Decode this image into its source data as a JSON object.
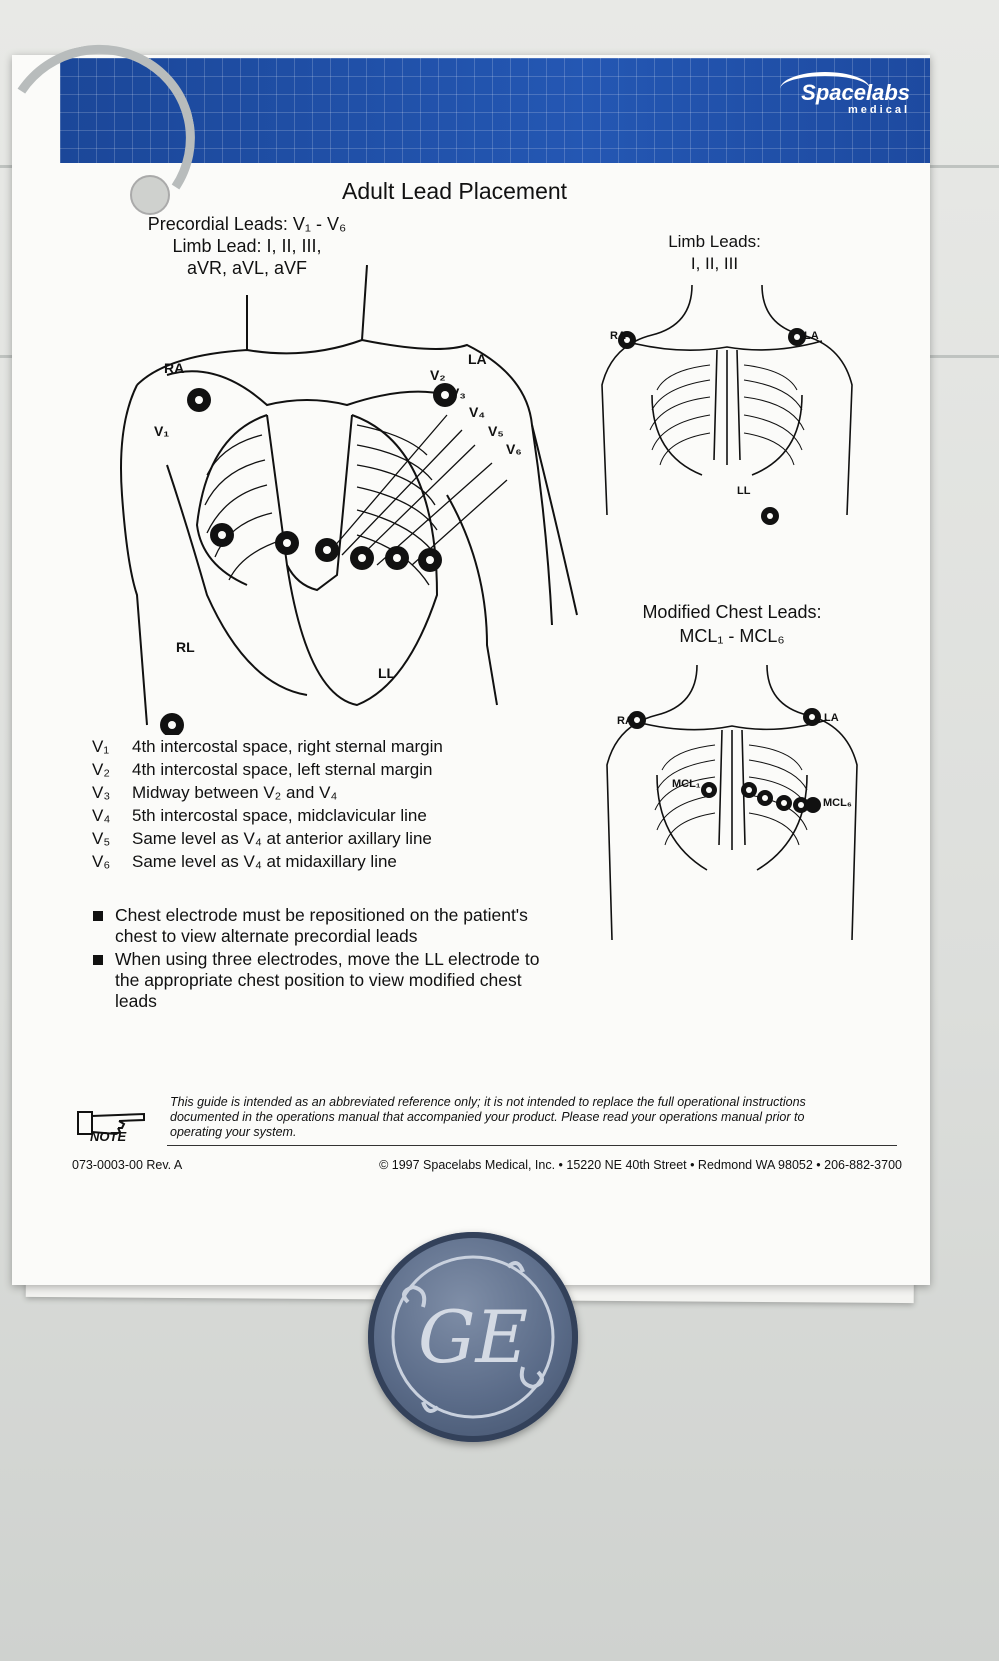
{
  "card": {
    "brand": "Spacelabs",
    "brand_sub": "medical",
    "title": "Adult Lead Placement",
    "precordial": [
      "Precordial Leads: V₁ - V₆",
      "Limb Lead: I, II, III,",
      "aVR, aVL, aVF"
    ],
    "limb_title": [
      "Limb Leads:",
      "I, II, III"
    ],
    "mcl_title": [
      "Modified Chest Leads:",
      "MCL₁ - MCL₆"
    ],
    "main_labels": {
      "ra": "RA",
      "la": "LA",
      "v1": "V₁",
      "v2": "V₂",
      "v3": "V₃",
      "v4": "V₄",
      "v5": "V₅",
      "v6": "V₆",
      "rl": "RL",
      "ll": "LL"
    },
    "limb_labels": {
      "ra": "RA",
      "la": "LA",
      "ll": "LL"
    },
    "mcl_labels": {
      "ra": "RA",
      "la": "LA",
      "mcl1": "MCL₁",
      "mcl6": "MCL₆"
    },
    "definitions": [
      {
        "lead": "V₁",
        "text": "4th intercostal space, right sternal margin"
      },
      {
        "lead": "V₂",
        "text": "4th intercostal space, left sternal margin"
      },
      {
        "lead": "V₃",
        "text": "Midway between V₂ and V₄"
      },
      {
        "lead": "V₄",
        "text": "5th intercostal space, midclavicular line"
      },
      {
        "lead": "V₅",
        "text": "Same level as V₄ at anterior axillary line"
      },
      {
        "lead": "V₆",
        "text": "Same level as V₄ at midaxillary line"
      }
    ],
    "bullets": [
      "Chest electrode must be repositioned on the patient's chest to view alternate precordial leads",
      "When using three electrodes, move the LL electrode to the appropriate chest position to view modified chest leads"
    ],
    "note_label": "NOTE",
    "note_text": "This guide is intended as an abbreviated reference only; it is not intended to replace the full operational instructions documented in the operations manual that accompanied your product. Please read your operations manual prior to operating your system.",
    "footer_left": "073-0003-00 Rev. A",
    "footer_right": "© 1997 Spacelabs Medical, Inc. • 15220 NE 40th Street • Redmond WA 98052 • 206-882-3700"
  },
  "badge": {
    "text": "GE"
  },
  "colors": {
    "header_blue": "#1f4fa6",
    "badge_blue": "#5a6b88",
    "device_gray": "#dcdedb"
  }
}
